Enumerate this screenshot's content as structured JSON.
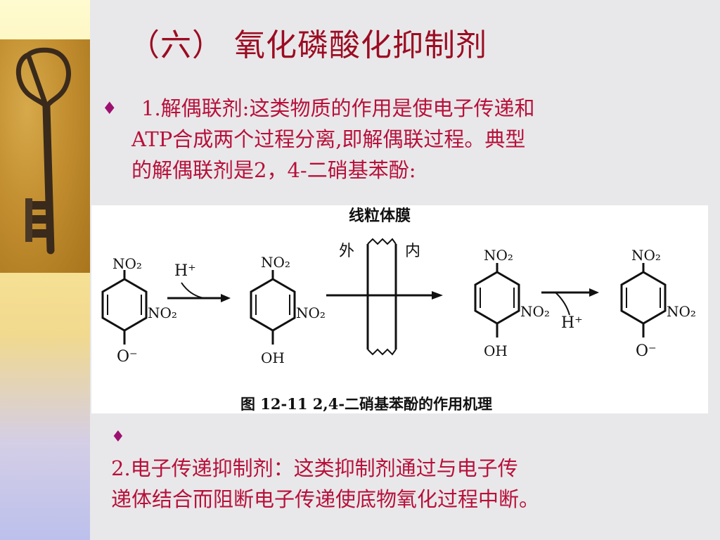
{
  "slide": {
    "title": "（六）  氧化磷酸化抑制剂",
    "bullet_glyph": "♦",
    "para1_lines": [
      "1.解偶联剂:这类物质的作用是使电子传递和",
      "ATP合成两个过程分离,即解偶联过程。典型",
      "的解偶联剂是2，4-二硝基苯酚:"
    ],
    "para2_lines": [
      "2.电子传递抑制剂：这类抑制剂通过与电子传",
      "递体结合而阻断电子传递使底物氧化过程中断。"
    ]
  },
  "figure": {
    "membrane_label": "线粒体膜",
    "outside_label": "外",
    "inside_label": "内",
    "caption": "图 12-11   2,4-二硝基苯酚的作用机理",
    "no2": "NO₂",
    "oh": "OH",
    "o_minus": "O⁻",
    "h_plus": "H⁺"
  },
  "colors": {
    "title": "#9c0c22",
    "body_text": "#b8103a",
    "bullet": "#9e1070"
  },
  "icons": {
    "sidebar_image": "key-icon",
    "bullet": "diamond-bullet-icon"
  }
}
